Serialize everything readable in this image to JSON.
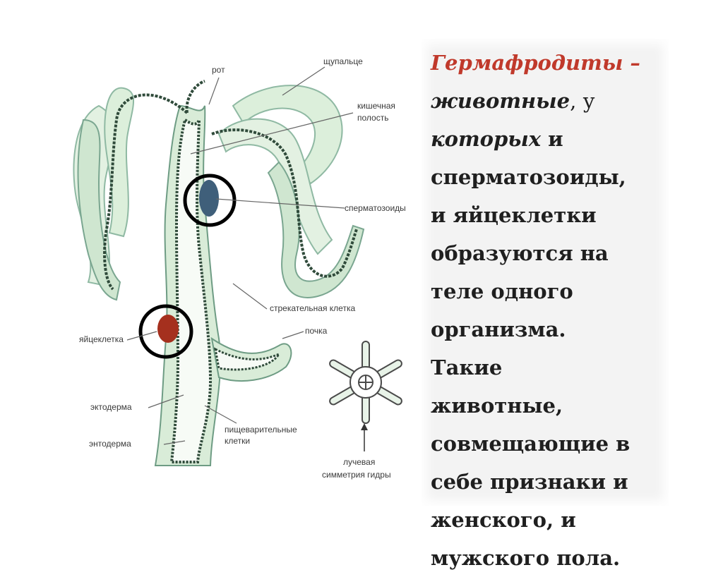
{
  "diagram": {
    "labels": {
      "mouth": "рот",
      "tentacle": "щупальце",
      "gut_cavity_1": "кишечная",
      "gut_cavity_2": "полость",
      "sperm": "сперматозоиды",
      "stinging_cell": "стрекательная клетка",
      "bud": "почка",
      "egg": "яйцеклетка",
      "ectoderm": "эктодерма",
      "endoderm": "энтодерма",
      "digestive_1": "пищеварительные",
      "digestive_2": "клетки",
      "symmetry_1": "лучевая",
      "symmetry_2": "симметрия гидры"
    }
  },
  "text": {
    "term": "Гермафродиты –",
    "line2_a": "животные",
    "line2_b": ", у",
    "line3_a": "которых",
    "line3_b": " и",
    "line4": "сперматозоиды,",
    "line5": "и яйцеклетки",
    "line6": "образуются на",
    "line7": "теле одного",
    "line8": "организма.",
    "line9": "Такие",
    "line10": "животные,",
    "line11": "совмещающие в",
    "line12": "себе признаки и",
    "line13": "женского, и",
    "line14": "мужского пола."
  },
  "colors": {
    "term": "#c0392b",
    "body_text": "#1f1f1f",
    "ectoderm_fill": "#d9ecd8",
    "ectoderm_stroke": "#7aa690",
    "endoderm": "#2f4a3a",
    "egg": "#a5301e"
  }
}
